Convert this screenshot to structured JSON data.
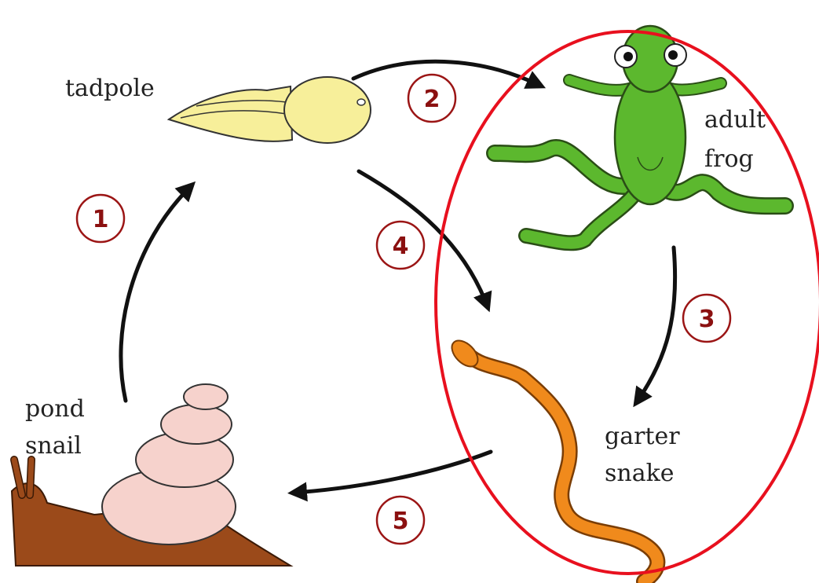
{
  "labels": {
    "tadpole": "tadpole",
    "adult_frog_line1": "adult",
    "adult_frog_line2": "frog",
    "garter_snake_line1": "garter",
    "garter_snake_line2": "snake",
    "pond_snail_line1": "pond",
    "pond_snail_line2": "snail"
  },
  "steps": [
    "1",
    "2",
    "3",
    "4",
    "5"
  ],
  "colors": {
    "tadpole": "#f7ef9a",
    "frog": "#5cb82e",
    "snake": "#f08a1c",
    "snail_shell": "#f6d2cc",
    "snail_body": "#9b4a1a",
    "step_number": "#8b1010",
    "highlight_ellipse": "#e8101e",
    "arrow": "#111111"
  },
  "icons": [
    "tadpole-icon",
    "frog-icon",
    "snake-icon",
    "snail-icon"
  ]
}
